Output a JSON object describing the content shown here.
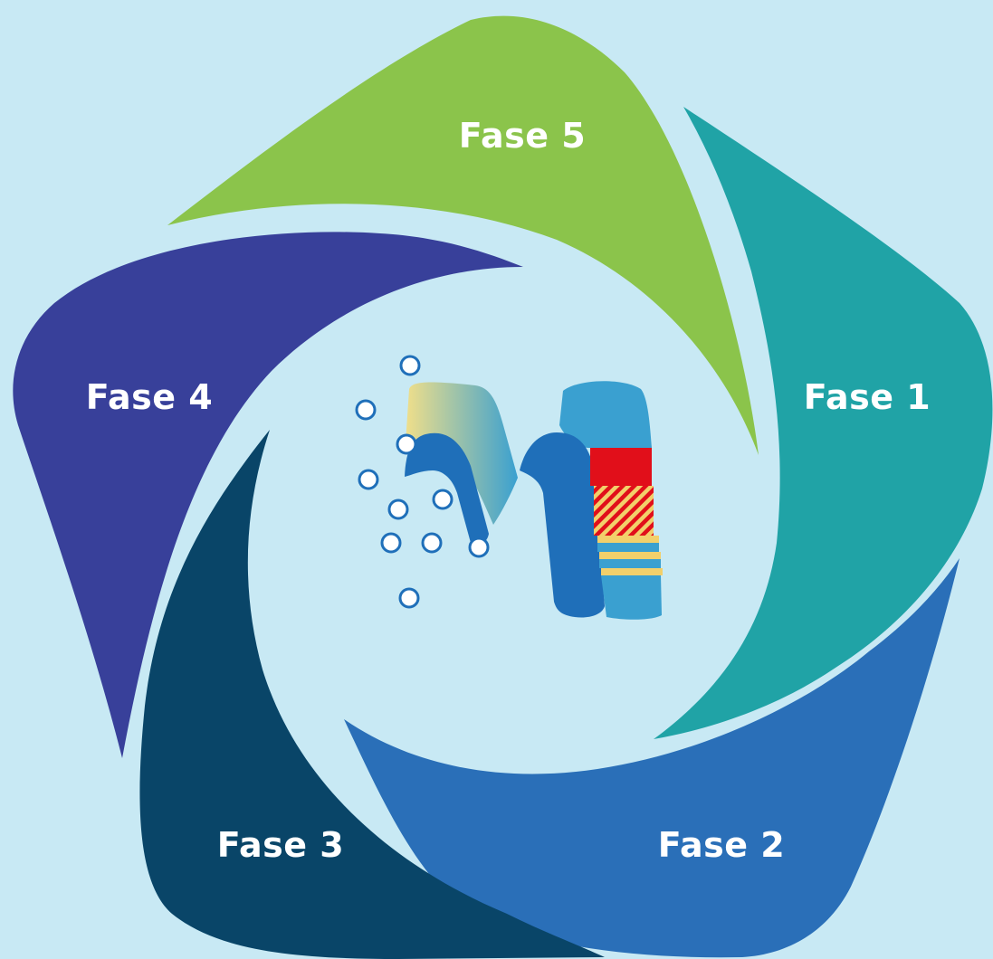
{
  "colors": {
    "background": "#c8e9f4",
    "fase1": "#20a3a6",
    "fase2": "#2a6fb8",
    "fase3": "#094568",
    "fase4": "#38409a",
    "fase5": "#8bc44b"
  },
  "phases": [
    {
      "id": "fase1",
      "label": "Fase 1"
    },
    {
      "id": "fase2",
      "label": "Fase 2"
    },
    {
      "id": "fase3",
      "label": "Fase 3"
    },
    {
      "id": "fase4",
      "label": "Fase 4"
    },
    {
      "id": "fase5",
      "label": "Fase 5"
    }
  ],
  "logo": {
    "icon": "m-letter-logo-with-bubbles",
    "colors": [
      "#f0df8a",
      "#1f6fb9",
      "#3aa0d0",
      "#e10f1a",
      "#f2d06b"
    ]
  }
}
